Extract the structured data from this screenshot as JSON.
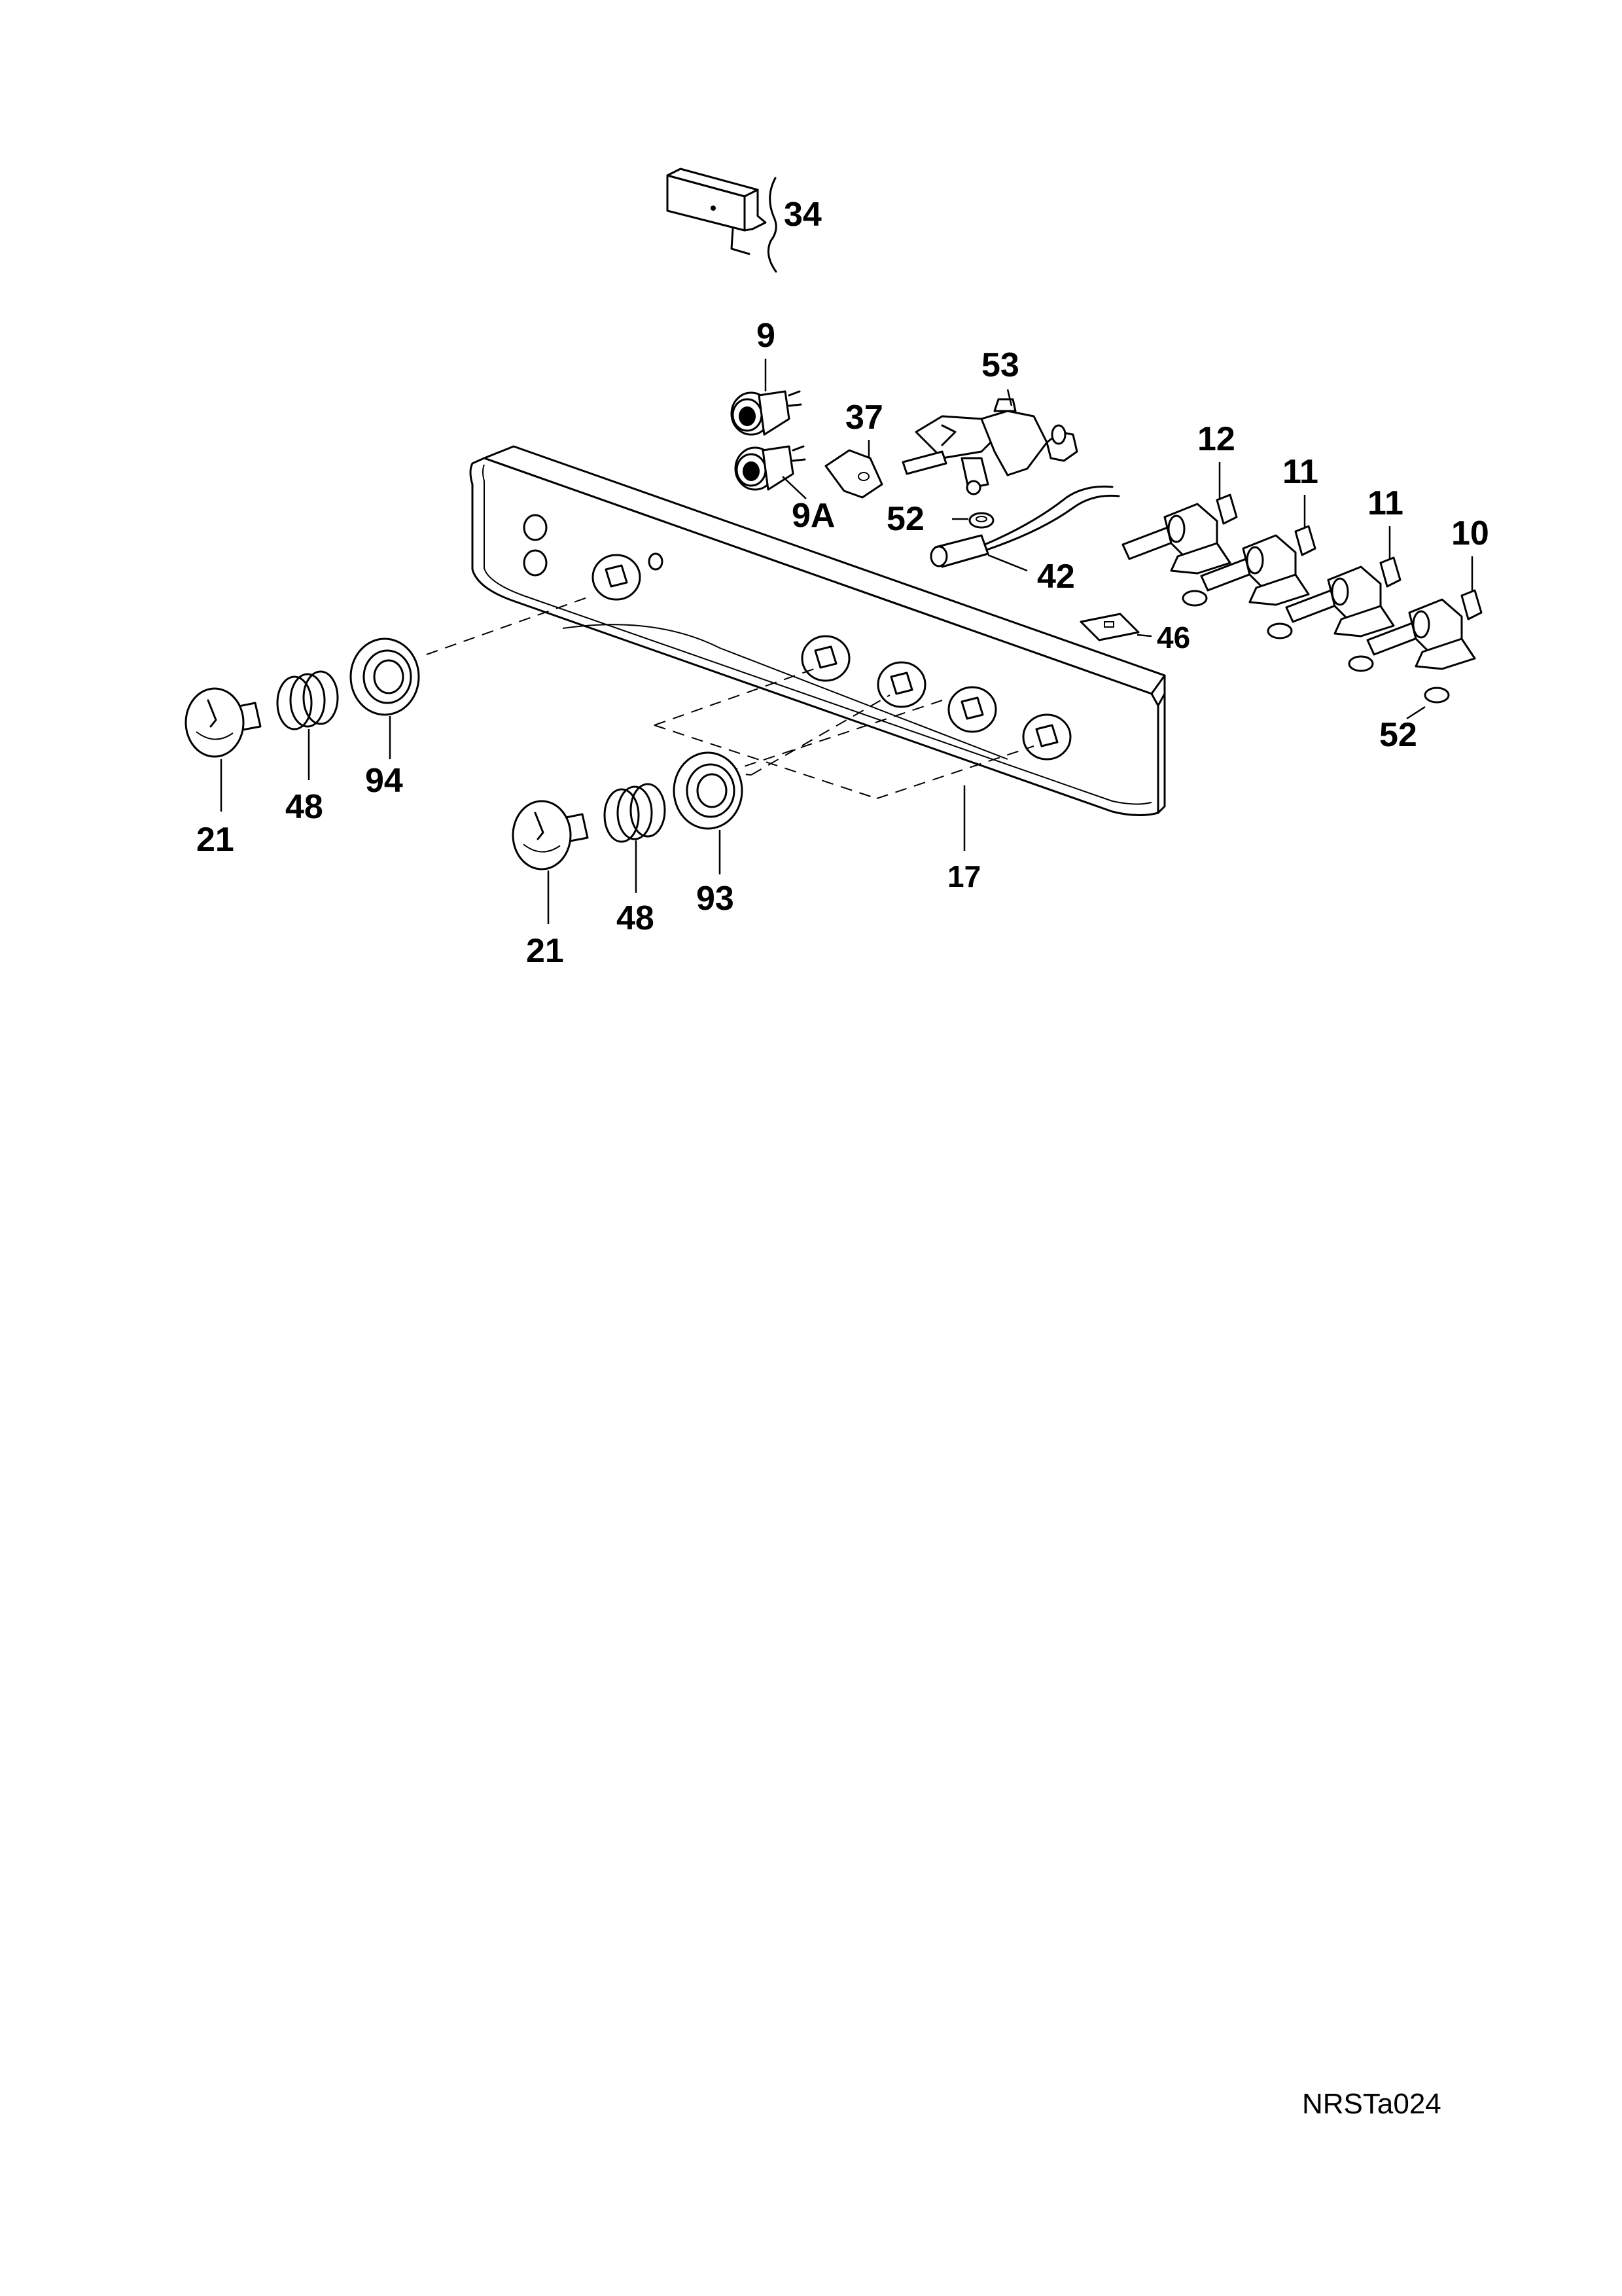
{
  "labels": {
    "p34": "34",
    "p9": "9",
    "p9a": "9A",
    "p37": "37",
    "p53": "53",
    "p52a": "52",
    "p42": "42",
    "p46": "46",
    "p12": "12",
    "p11a": "11",
    "p11b": "11",
    "p10": "10",
    "p52b": "52",
    "p21a": "21",
    "p48a": "48",
    "p94": "94",
    "p21b": "21",
    "p48b": "48",
    "p93": "93",
    "p17": "17"
  },
  "reference_code": "NRSTa024"
}
